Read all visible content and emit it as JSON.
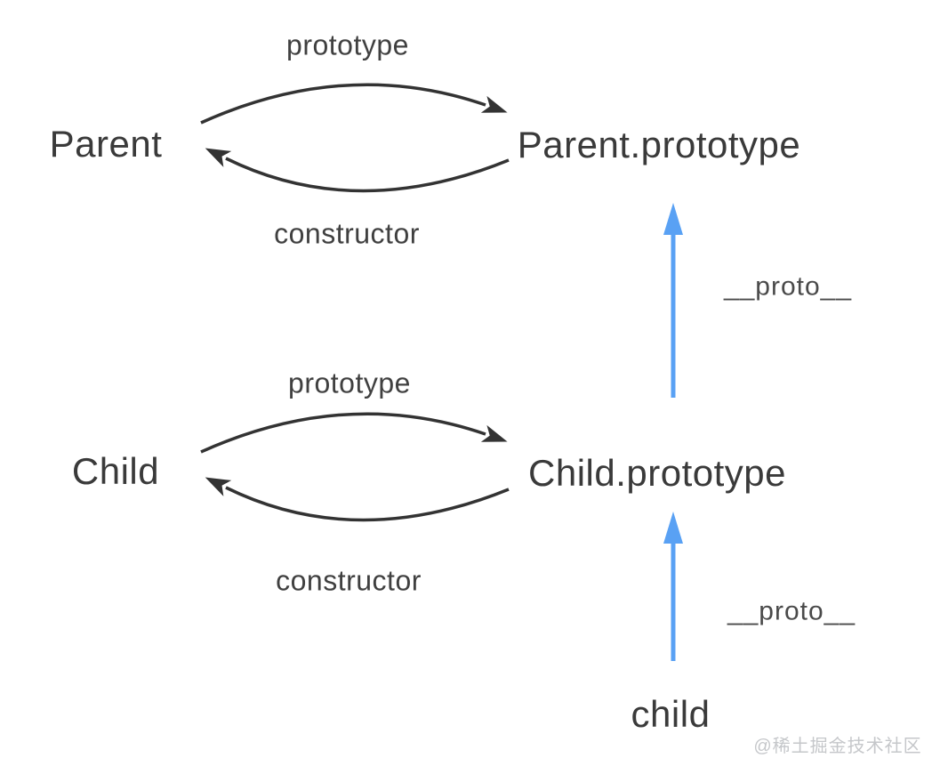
{
  "diagram": {
    "type": "prototype-chain-diagram",
    "nodes": {
      "parent": {
        "label": "Parent"
      },
      "parent_prototype": {
        "label": "Parent.prototype"
      },
      "child_class": {
        "label": "Child"
      },
      "child_prototype": {
        "label": "Child.prototype"
      },
      "child_instance": {
        "label": "child"
      }
    },
    "edges": {
      "parent_prototype_edge": {
        "label": "prototype",
        "from": "Parent",
        "to": "Parent.prototype",
        "style": "curved-black-arrow"
      },
      "parent_constructor_edge": {
        "label": "constructor",
        "from": "Parent.prototype",
        "to": "Parent",
        "style": "curved-black-arrow"
      },
      "child_prototype_edge": {
        "label": "prototype",
        "from": "Child",
        "to": "Child.prototype",
        "style": "curved-black-arrow"
      },
      "child_constructor_edge": {
        "label": "constructor",
        "from": "Child.prototype",
        "to": "Child",
        "style": "curved-black-arrow"
      },
      "child_proto_to_parent_proto": {
        "label": "__proto__",
        "from": "Child.prototype",
        "to": "Parent.prototype",
        "style": "straight-blue-arrow-up"
      },
      "child_instance_to_child_proto": {
        "label": "__proto__",
        "from": "child",
        "to": "Child.prototype",
        "style": "straight-blue-arrow-up"
      }
    },
    "colors": {
      "background": "#ffffff",
      "node_text": "#3a3a3a",
      "relation_arrow": "#333333",
      "proto_arrow": "#59a1f4",
      "watermark_text": "#c5c7ca"
    },
    "watermark": "@稀土掘金技术社区"
  }
}
